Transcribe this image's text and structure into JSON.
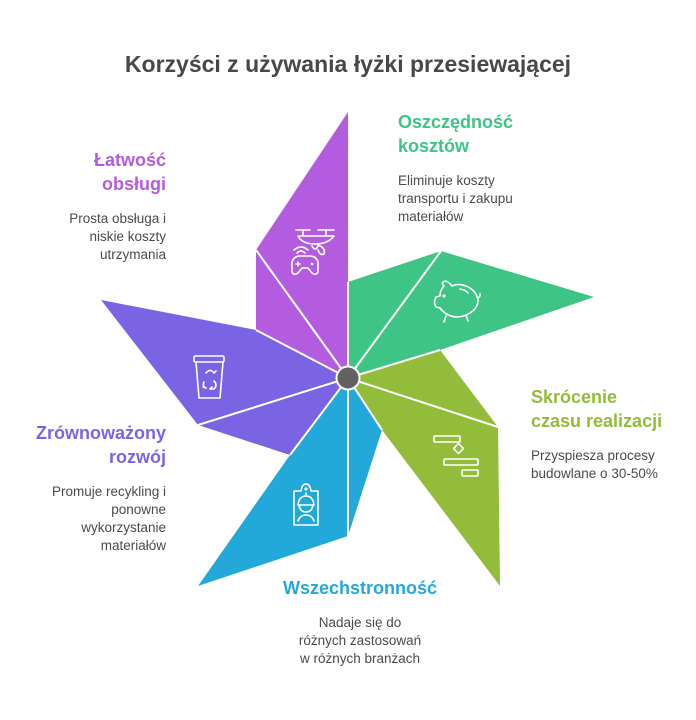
{
  "title": "Korzyści z używania łyżki przesiewającej",
  "colors": {
    "purple": "#B45CE0",
    "green": "#3EC484",
    "lime": "#93BC3A",
    "blue": "#22A9DA",
    "violet": "#7B64E3",
    "hub": "#616161",
    "text": "#4a4a4a"
  },
  "sections": [
    {
      "id": "latwosc",
      "heading": [
        "Łatwość",
        "obsługi"
      ],
      "description": [
        "Prosta obsługa i",
        "niskie koszty",
        "utrzymania"
      ],
      "color": "#B45CE0",
      "icon": "drone-controller-icon"
    },
    {
      "id": "oszczednosc",
      "heading": [
        "Oszczędność",
        "kosztów"
      ],
      "description": [
        "Eliminuje koszty",
        "transportu i zakupu",
        "materiałów"
      ],
      "color": "#3EC484",
      "icon": "piggy-bank-icon"
    },
    {
      "id": "skrocenie",
      "heading": [
        "Skrócenie",
        "czasu realizacji"
      ],
      "description": [
        "Przyspiesza procesy",
        "budowlane o 30-50%"
      ],
      "color": "#93BC3A",
      "icon": "gantt-chart-icon"
    },
    {
      "id": "wszechstronnosc",
      "heading": [
        "Wszechstronność"
      ],
      "description": [
        "Nadaje się do",
        "różnych zastosowań",
        "w różnych branżach"
      ],
      "color": "#22A9DA",
      "icon": "worker-badge-icon"
    },
    {
      "id": "zrownowazony",
      "heading": [
        "Zrównoważony",
        "rozwój"
      ],
      "description": [
        "Promuje recykling i",
        "ponowne",
        "wykorzystanie",
        "materiałów"
      ],
      "color": "#7B64E3",
      "icon": "recycle-bin-icon"
    }
  ]
}
